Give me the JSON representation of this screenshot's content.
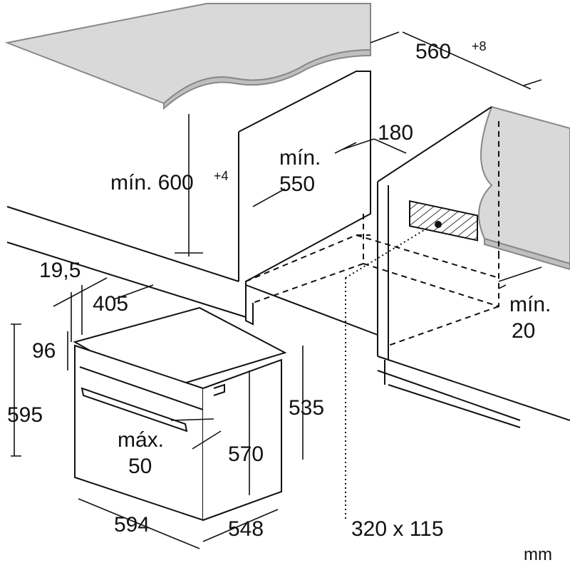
{
  "labels": {
    "width_niche": "560",
    "width_niche_tol": "+8",
    "vent_depth": "180",
    "min_depth_prefix": "mín.",
    "min_depth": "550",
    "min_height": "mín. 600",
    "min_height_tol": "+4",
    "front_offset": "19,5",
    "depth_405": "405",
    "top_96": "96",
    "height_595": "595",
    "max_prefix": "máx.",
    "max_50": "50",
    "height_570": "570",
    "height_535": "535",
    "width_594": "594",
    "depth_548": "548",
    "cutout": "320 x 115",
    "min_gap_prefix": "mín.",
    "min_gap": "20",
    "unit": "mm"
  },
  "colors": {
    "line": "#111111",
    "worktop": "#d9d9d9",
    "worktop_edge": "#bfbfbf"
  }
}
